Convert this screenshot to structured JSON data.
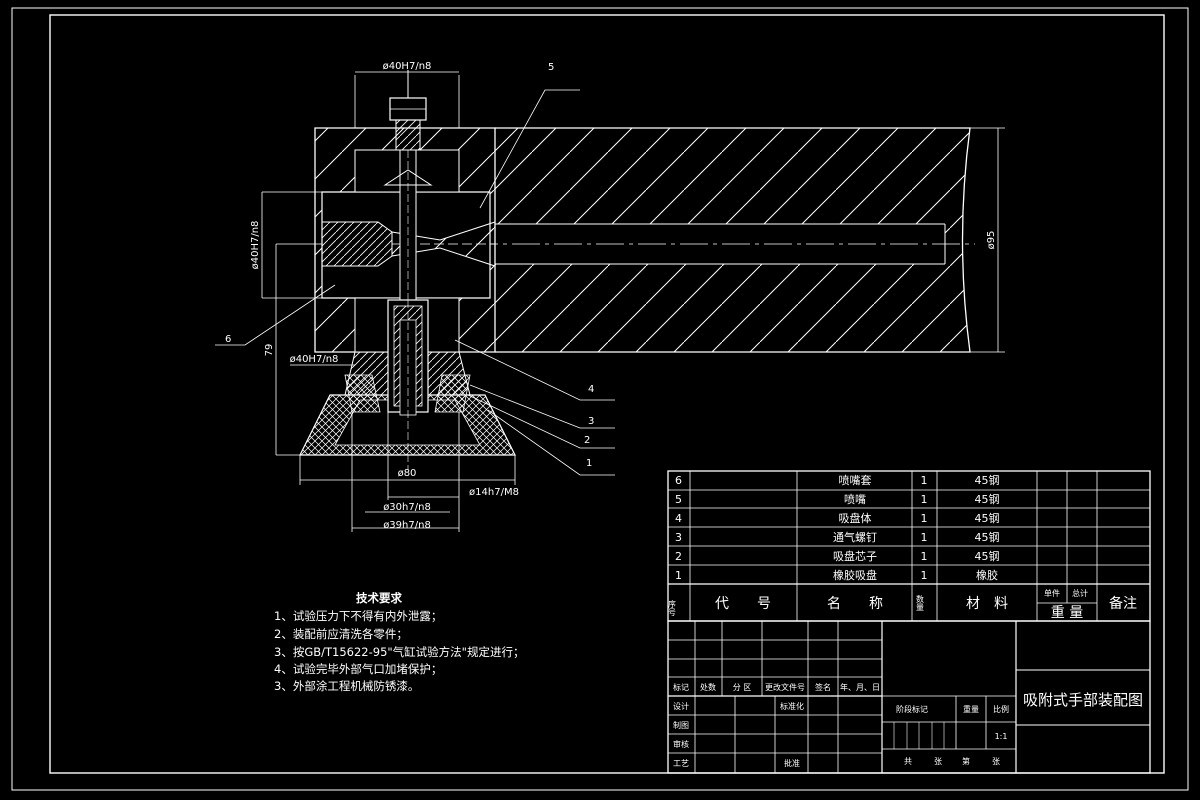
{
  "drawing": {
    "title": "吸附式手部装配图",
    "scale": "1:1",
    "dimensions": {
      "top_fit": "ø40H7/n8",
      "left_fit": "ø40H7/n8",
      "mid_fit": "ø40H7/n8",
      "height": "79",
      "dia_right": "ø95",
      "d80": "ø80",
      "d14": "ø14h7/M8",
      "d30": "ø30h7/n8",
      "d39": "ø39h7/n8"
    },
    "balloons": {
      "b1": "1",
      "b2": "2",
      "b3": "3",
      "b4": "4",
      "b5": "5",
      "b6": "6"
    }
  },
  "tech_requirements": {
    "title": "技术要求",
    "items": [
      "1、试验压力下不得有内外泄露；",
      "2、装配前应清洗各零件；",
      "3、按GB/T15622-95\"气缸试验方法\"规定进行；",
      "4、试验完毕外部气口加堵保护；",
      "3、外部涂工程机械防锈漆。"
    ]
  },
  "bom": {
    "rows": [
      {
        "no": "6",
        "name": "喷嘴套",
        "qty": "1",
        "material": "45钢"
      },
      {
        "no": "5",
        "name": "喷嘴",
        "qty": "1",
        "material": "45钢"
      },
      {
        "no": "4",
        "name": "吸盘体",
        "qty": "1",
        "material": "45钢"
      },
      {
        "no": "3",
        "name": "通气螺钉",
        "qty": "1",
        "material": "45钢"
      },
      {
        "no": "2",
        "name": "吸盘芯子",
        "qty": "1",
        "material": "45钢"
      },
      {
        "no": "1",
        "name": "橡胶吸盘",
        "qty": "1",
        "material": "橡胶"
      }
    ],
    "header": {
      "seq": "序号",
      "code": "代　　号",
      "name": "名　　称",
      "qty": "数量",
      "material": "材　料",
      "single": "单件",
      "total": "总计",
      "weight": "重 量",
      "remark": "备注"
    }
  },
  "title_block": {
    "mark": "标记",
    "count": "处数",
    "zone": "分 区",
    "change_doc": "更改文件号",
    "sign": "签名",
    "date": "年、月、日",
    "design": "设计",
    "standard": "标准化",
    "draw": "制图",
    "check": "审核",
    "process": "工艺",
    "approve": "批准",
    "stage": "阶段标记",
    "weight": "重量",
    "ratio": "比例",
    "total": "共",
    "sheet": "张",
    "page": "第",
    "page_unit": "张"
  }
}
